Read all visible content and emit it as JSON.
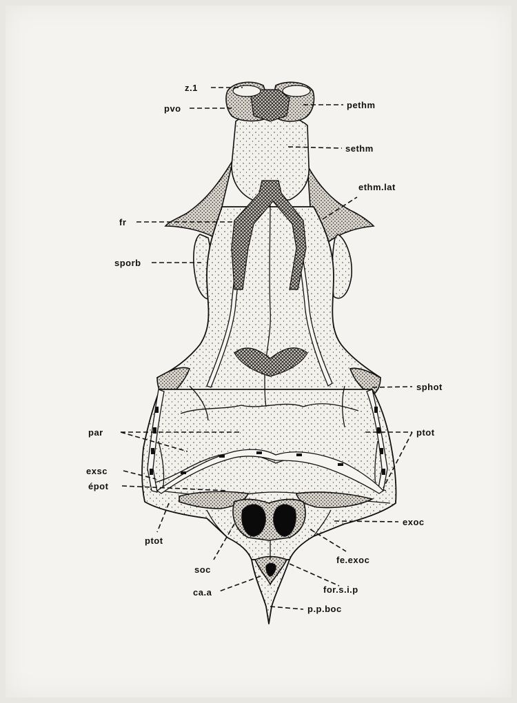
{
  "figure": {
    "labels": {
      "z1": "z.1",
      "pvo": "pvo",
      "pethm": "pethm",
      "sethm": "sethm",
      "ethm_lat": "ethm.lat",
      "fr": "fr",
      "sporb": "sporb",
      "sphot": "sphot",
      "par": "par",
      "ptot_right": "ptot",
      "exsc": "exsc",
      "epot": "épot",
      "exoc": "exoc",
      "ptot_left": "ptot",
      "fe_exoc": "fe.exoc",
      "soc": "soc",
      "for_s_i_p": "for.s.i.p",
      "ca_a": "ca.a",
      "p_p_boc": "p.p.boc"
    }
  }
}
